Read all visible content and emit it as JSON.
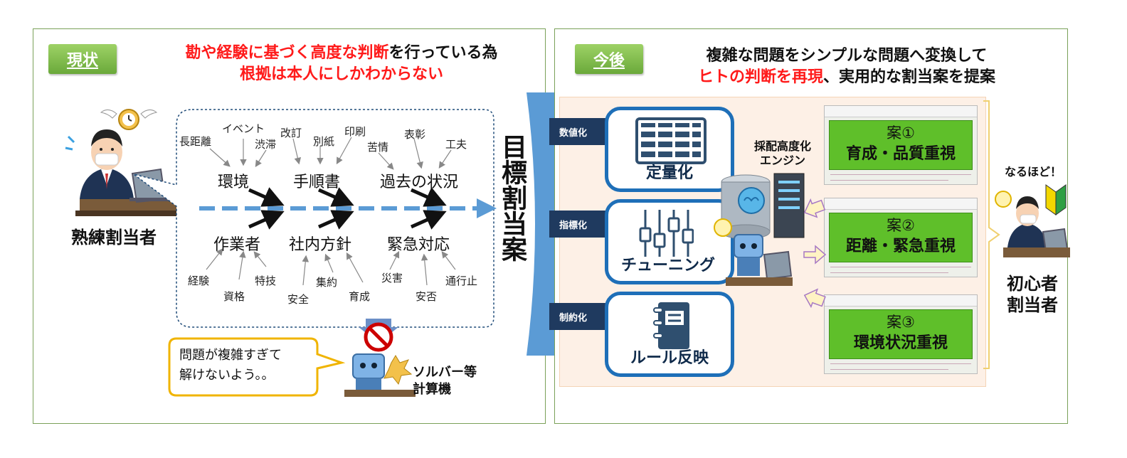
{
  "current": {
    "ribbon": "現状",
    "headline_line1_red": "勘や経験に基づく高度な判断",
    "headline_line1_rest": "を行っている為",
    "headline_line2": "根拠は本人にしかわからない",
    "expert_label": "熟練割当者",
    "factors_top": [
      {
        "label": "環境",
        "subs": [
          "長距離",
          "イベント",
          "渋滞"
        ]
      },
      {
        "label": "手順書",
        "subs": [
          "改訂",
          "別紙",
          "印刷"
        ]
      },
      {
        "label": "過去の状況",
        "subs": [
          "苦情",
          "表彰",
          "工夫"
        ]
      }
    ],
    "factors_bottom": [
      {
        "label": "作業者",
        "subs": [
          "経験",
          "資格",
          "特技"
        ]
      },
      {
        "label": "社内方針",
        "subs": [
          "安全",
          "集約",
          "育成"
        ]
      },
      {
        "label": "緊急対応",
        "subs": [
          "災害",
          "安否",
          "通行止"
        ]
      }
    ],
    "target": "目標割当案",
    "speech": [
      "問題が複雑すぎて",
      "解けないよう。。"
    ],
    "solver_label": [
      "ソルバー等",
      "計算機"
    ]
  },
  "future": {
    "ribbon": "今後",
    "headline_line1": "複雑な問題をシンプルな問題へ変換して",
    "headline_line2_red": "ヒトの判断を再現",
    "headline_line2_rest": "、実用的な割当案を提案",
    "steps": [
      {
        "tag": "数値化",
        "label": "定量化",
        "icon": "table-icon"
      },
      {
        "tag": "指標化",
        "label": "チューニング",
        "icon": "equalizer-icon"
      },
      {
        "tag": "制約化",
        "label": "ルール反映",
        "icon": "notebook-icon"
      }
    ],
    "engine_label": [
      "採配高度化",
      "エンジン"
    ],
    "plans": [
      {
        "num": "案①",
        "title": "育成・品質重視"
      },
      {
        "num": "案②",
        "title": "距離・緊急重視"
      },
      {
        "num": "案③",
        "title": "環境状況重視"
      }
    ],
    "reaction": "なるほど！",
    "novice_label": [
      "初心者",
      "割当者"
    ]
  },
  "colors": {
    "accent_green": "#6aa93a",
    "card_blue": "#1e6fb8",
    "tag_navy": "#1f3a5f",
    "highlight_red": "#ff1a1a"
  }
}
